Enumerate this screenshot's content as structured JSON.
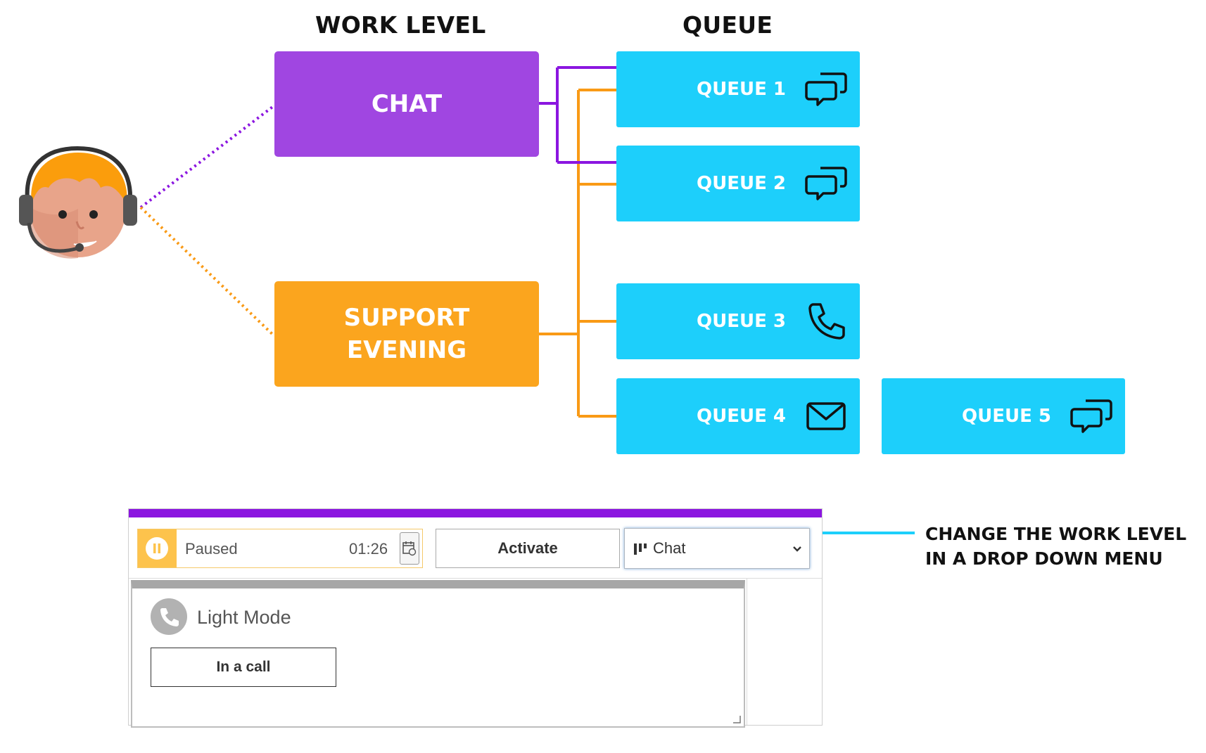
{
  "diagram": {
    "work_level_header": "WORK LEVEL",
    "queue_header": "QUEUE",
    "work_levels": [
      {
        "label": "CHAT",
        "color": "#a046e1"
      },
      {
        "label": "SUPPORT\nEVENING",
        "color": "#fba51e"
      }
    ],
    "queues": [
      {
        "label": "QUEUE 1",
        "icon": "chat-bubbles-icon"
      },
      {
        "label": "QUEUE 2",
        "icon": "chat-bubbles-icon"
      },
      {
        "label": "QUEUE 3",
        "icon": "phone-icon"
      },
      {
        "label": "QUEUE 4",
        "icon": "envelope-icon"
      },
      {
        "label": "QUEUE 5",
        "icon": "chat-bubbles-icon"
      }
    ],
    "queue_color": "#1dcffb",
    "chat_line_color": "#8b16e0",
    "support_line_color": "#f99a16"
  },
  "widget": {
    "top_bar_color": "#8b16e0",
    "status_label": "Paused",
    "timer": "01:26",
    "activate_label": "Activate",
    "work_level_selected": "Chat",
    "call_panel_title": "Light Mode",
    "call_button_label": "In a call"
  },
  "callout": {
    "line1": "CHANGE THE WORK LEVEL",
    "line2": "IN A DROP DOWN MENU",
    "color": "#1dcffb"
  }
}
